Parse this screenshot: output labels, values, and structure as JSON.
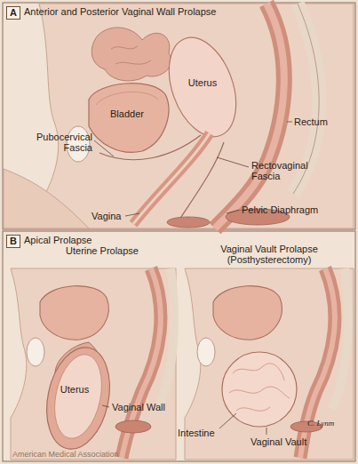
{
  "diagram": {
    "nodes": [
      {
        "text": [
          "A",
          "Anterior and Posterior Vaginal Wall Prolapse"
        ]
      },
      {
        "text": [
          "B",
          "Apical Prolapse"
        ]
      }
    ],
    "labels": [
      "Uterus",
      "Bladder",
      "Rectum",
      "Pubocervical Fascia",
      "Rectovaginal Fascia",
      "Pelvic Diaphragm",
      "Vagina",
      "Uterine Prolapse",
      "Vaginal Vault Prolapse (Posthysterectomy)",
      "Uterus",
      "Vaginal Wall",
      "Intestine",
      "Vaginal Vault",
      "C. Lynm",
      "American Medical Association"
    ]
  }
}
